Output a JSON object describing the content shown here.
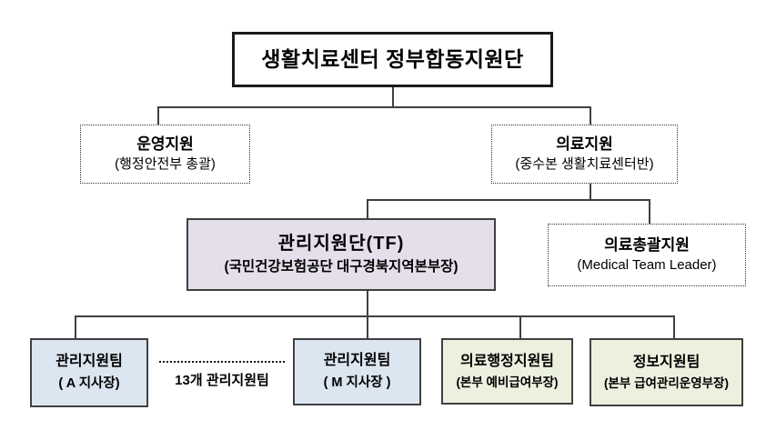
{
  "chart": {
    "root": {
      "title": "생활치료센터 정부합동지원단"
    },
    "operation_support": {
      "title": "운영지원",
      "subtitle": "(행정안전부 총괄)"
    },
    "medical_support": {
      "title": "의료지원",
      "subtitle": "(중수본 생활치료센터반)"
    },
    "management_tf": {
      "title": "관리지원단(TF)",
      "subtitle": "(국민건강보험공단 대구경북지역본부장)"
    },
    "medical_lead": {
      "title": "의료총괄지원",
      "subtitle": "(Medical Team Leader)"
    },
    "team_a": {
      "title": "관리지원팀",
      "subtitle": "( A 지사장)"
    },
    "ellipsis": {
      "label": "13개 관리지원팀"
    },
    "team_m": {
      "title": "관리지원팀",
      "subtitle": "( M 지사장 )"
    },
    "medical_admin_team": {
      "title": "의료행정지원팀",
      "subtitle": "(본부 예비급여부장)"
    },
    "info_team": {
      "title": "정보지원팀",
      "subtitle": "(본부 급여관리운영부장)"
    }
  },
  "colors": {
    "line": "#404040",
    "root_border": "#1a1a1a",
    "tf_fill": "#e5dfec",
    "team_blue_fill": "#dce6f1",
    "team_green_fill": "#ebf1de",
    "box_border": "#404040"
  }
}
